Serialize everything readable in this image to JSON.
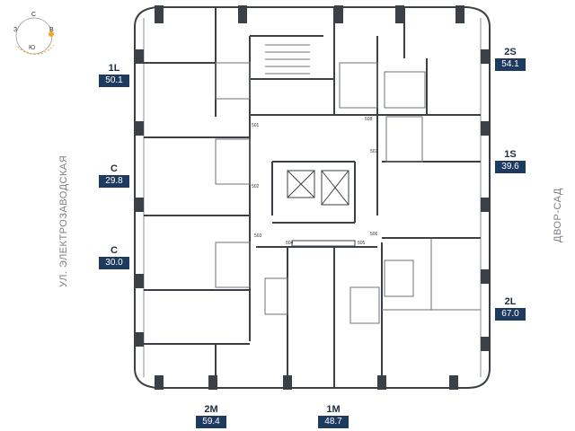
{
  "compass": {
    "north": "С",
    "west": "З",
    "south": "Ю",
    "east": "В"
  },
  "streets": {
    "left": "УЛ. ЭЛЕКТРОЗАВОДСКАЯ",
    "right": "ДВОР-САД"
  },
  "apartments": [
    {
      "code": "1L",
      "area": "50.1"
    },
    {
      "code": "C",
      "area": "29.8"
    },
    {
      "code": "C",
      "area": "30.0"
    },
    {
      "code": "2M",
      "area": "59.4"
    },
    {
      "code": "1M",
      "area": "48.7"
    },
    {
      "code": "2L",
      "area": "67.0"
    },
    {
      "code": "1S",
      "area": "39.6"
    },
    {
      "code": "2S",
      "area": "54.1"
    }
  ],
  "door_numbers": [
    "501",
    "502",
    "503",
    "504",
    "505",
    "506",
    "507",
    "508"
  ],
  "colors": {
    "wall": "#3b4046",
    "thin_wall": "#6d7278",
    "label_bg": "#1f3a5f",
    "sun": "#f5a623"
  }
}
